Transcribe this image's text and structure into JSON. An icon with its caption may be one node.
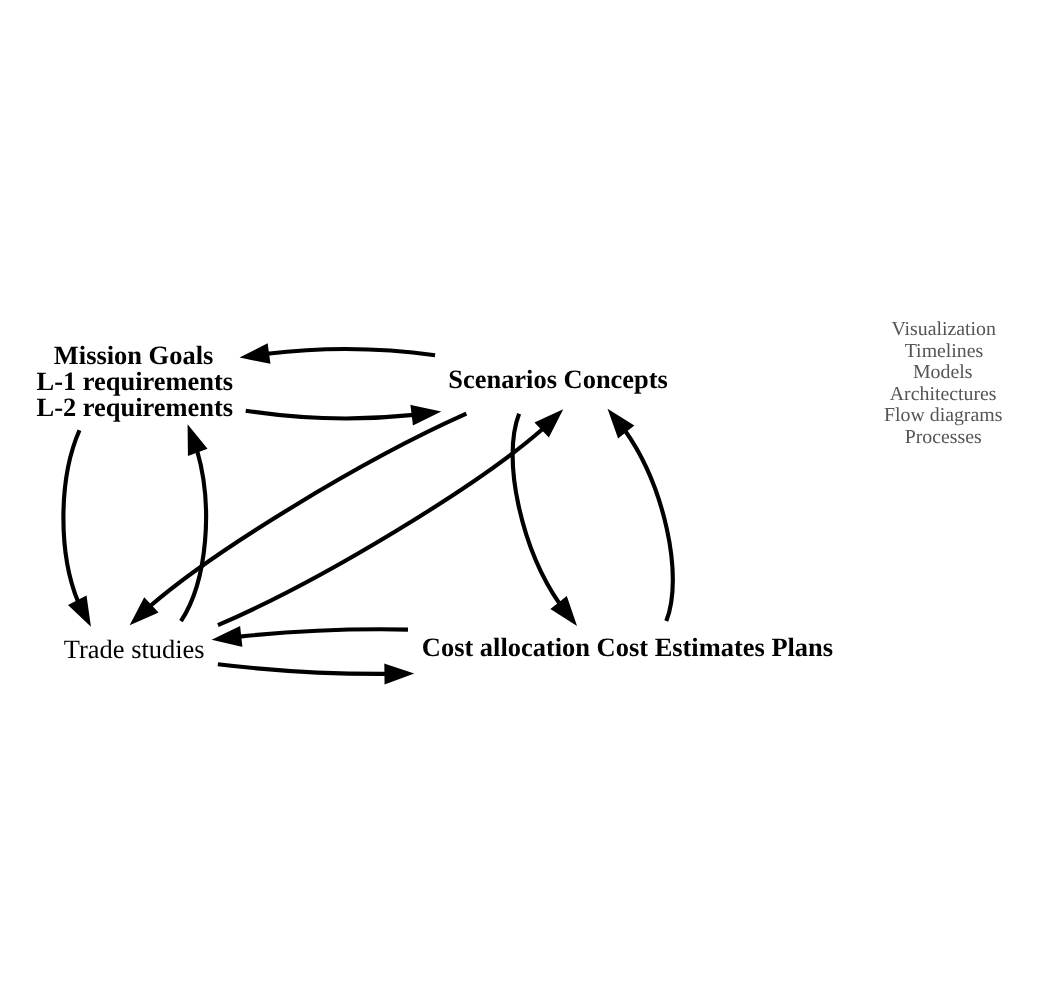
{
  "diagram": {
    "nodes": [
      {
        "text": [
          "Mission Goals",
          "L-1 requirements",
          "L-2 requirements"
        ]
      },
      {
        "text": [
          "Scenarios Concepts"
        ]
      },
      {
        "text": [
          "Trade studies"
        ]
      },
      {
        "text": [
          "Cost allocation Cost Estimates Plans"
        ]
      }
    ],
    "edges": [
      {
        "from": 0,
        "to": 1,
        "arrow": "to"
      },
      {
        "from": 1,
        "to": 0,
        "arrow": "to"
      },
      {
        "from": 0,
        "to": 2,
        "arrow": "to"
      },
      {
        "from": 2,
        "to": 0,
        "arrow": "to"
      },
      {
        "from": 1,
        "to": 2,
        "arrow": "to"
      },
      {
        "from": 2,
        "to": 1,
        "arrow": "to"
      },
      {
        "from": 1,
        "to": 3,
        "arrow": "to"
      },
      {
        "from": 3,
        "to": 1,
        "arrow": "to"
      },
      {
        "from": 2,
        "to": 3,
        "arrow": "to"
      },
      {
        "from": 3,
        "to": 2,
        "arrow": "to"
      }
    ],
    "labels": [
      "Visualization",
      "Timelines",
      "Models",
      "Architectures",
      "Flow diagrams",
      "Processes"
    ]
  }
}
